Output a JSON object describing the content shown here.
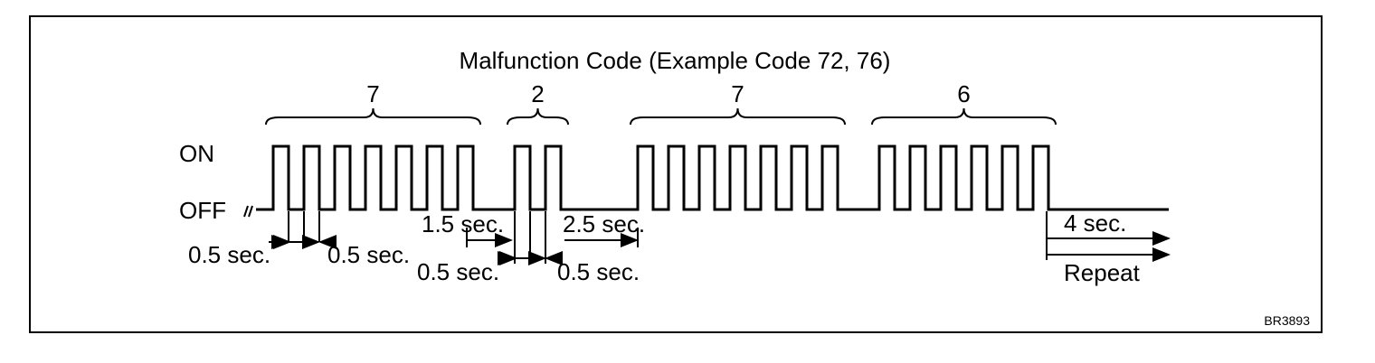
{
  "title": "Malfunction Code (Example Code 72, 76)",
  "state_on": "ON",
  "state_off": "OFF",
  "groups": [
    {
      "digit": "7",
      "pulses": 7
    },
    {
      "digit": "2",
      "pulses": 2
    },
    {
      "digit": "7",
      "pulses": 7
    },
    {
      "digit": "6",
      "pulses": 6
    }
  ],
  "timing": {
    "pulse_on": "0.5 sec.",
    "pulse_off": "0.5 sec.",
    "digit_gap": "1.5 sec.",
    "code_gap": "2.5 sec.",
    "pulse_on_2": "0.5 sec.",
    "pulse_off_2": "0.5 sec.",
    "repeat_gap": "4 sec.",
    "repeat": "Repeat"
  },
  "figure_id": "BR3893"
}
